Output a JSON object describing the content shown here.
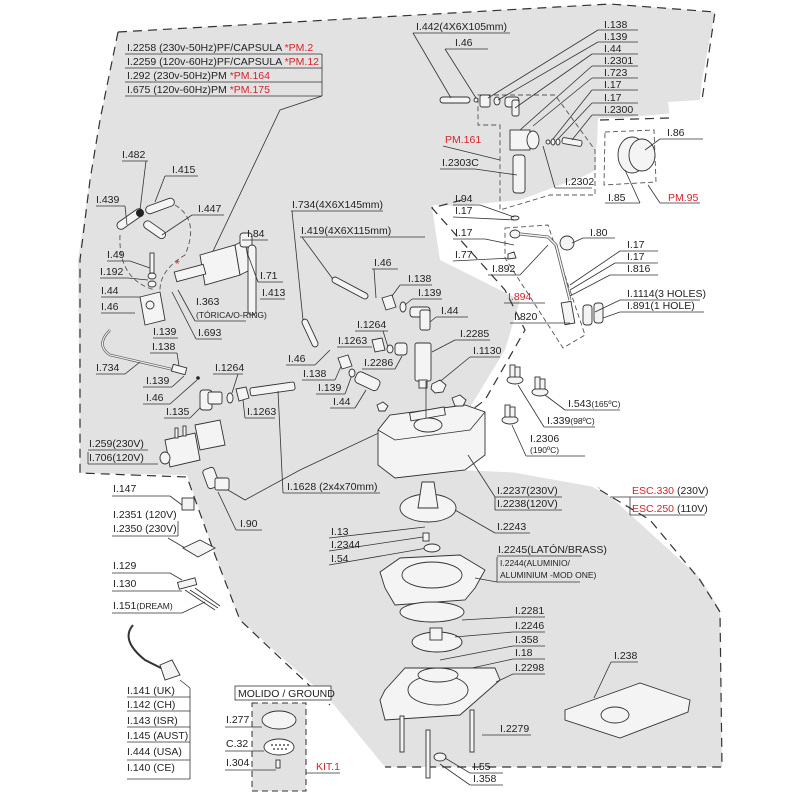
{
  "diagram": {
    "title": "Exploded parts diagram – coffee machine",
    "header_block": [
      {
        "code": "I.2258 (230v-50Hz)PF/CAPSULA",
        "ref": "*PM.2"
      },
      {
        "code": "I.2259 (120v-60Hz)PF/CAPSULA",
        "ref": "*PM.12"
      },
      {
        "code": "I.292 (230v-50Hz)PM",
        "ref": "*PM.164"
      },
      {
        "code": "I.675 (120v-60Hz)PM",
        "ref": "*PM.175"
      }
    ],
    "pump_group": {
      "labels": [
        "I.482",
        "I.415",
        "I.439",
        "I.447",
        "I.84",
        "I.49",
        "I.192",
        "I.71",
        "I.413",
        "I.44",
        "I.46",
        "I.363",
        "(TÓRICA/O-RING)",
        "I.139",
        "I.693"
      ],
      "marker": "*"
    },
    "tube_group": {
      "labels": [
        "I.138",
        "I.734",
        "I.139",
        "I.46",
        "I.135",
        "I.1264",
        "I.1263",
        "I.1628 (2x4x70mm)",
        "I.259(230V)",
        "I.706(120V)",
        "I.90"
      ]
    },
    "center_group": {
      "labels": [
        "I.734(4X6X145mm)",
        "I.419(4X6X115mm)",
        "I.46",
        "I.138",
        "I.139",
        "I.44",
        "I.1264",
        "I.1263",
        "I.2286",
        "I.2285",
        "I.1130",
        "I.46",
        "I.138",
        "I.139",
        "I.44"
      ]
    },
    "valve_group": {
      "labels": [
        "I.442(4X6X105mm)",
        "I.46",
        "I.138",
        "I.139",
        "I.44",
        "I.2301",
        "I.723",
        "I.17",
        "I.17",
        "I.2300",
        "I.2303C",
        "I.2302"
      ],
      "kit": "PM.161"
    },
    "knob_group": {
      "labels": [
        "I.86",
        "I.85"
      ],
      "kit": "PM.95"
    },
    "steam_group": {
      "labels": [
        "I.94",
        "I.17",
        "I.17",
        "I.77",
        "I.892",
        "I.80",
        "I.17",
        "I.17",
        "I.816",
        "I.1114(3 HOLES)",
        "I.891(1 HOLE)",
        "I.820"
      ],
      "kit": "I.894"
    },
    "thermostats": [
      {
        "code": "I.543",
        "temp": "(165ºC)"
      },
      {
        "code": "I.339",
        "temp": "(98ºC)"
      },
      {
        "code": "I.2306",
        "temp": "(190ºC)"
      }
    ],
    "boiler_group": {
      "labels": [
        "I.2237(230V)",
        "I.2238(120V)",
        "I.2243",
        "I.13",
        "I.2344",
        "I.54",
        "I.2245(LATÓN/BRASS)",
        "I.2244(ALUMINIO/",
        "ALUMINIUM -MOD ONE)",
        "I.2281",
        "I.2246",
        "I.358",
        "I.18",
        "I.2298",
        "I.2279",
        "I.55",
        "I.358",
        "I.238"
      ],
      "kits": [
        {
          "code": "ESC.330",
          "volt": "(230V)"
        },
        {
          "code": "ESC.250",
          "volt": "(110V)"
        }
      ]
    },
    "electrical": {
      "labels": [
        "I.147",
        "I.2351 (120V)",
        "I.2350 (230V)",
        "I.129",
        "I.130",
        "I.151",
        "(DREAM)"
      ]
    },
    "power_cords": [
      "I.141 (UK)",
      "I.142 (CH)",
      "I.143 (ISR)",
      "I.145 (AUST)",
      "I.444 (USA)",
      "I.140 (CE)"
    ],
    "ground_kit": {
      "title": "MOLIDO / GROUND",
      "labels": [
        "I.277",
        "C.32",
        "I.304"
      ],
      "kit": "KIT.1"
    },
    "colors": {
      "panel_fill": "#e2e2e2",
      "accent_red": "#d8232a",
      "line": "#333333"
    }
  }
}
